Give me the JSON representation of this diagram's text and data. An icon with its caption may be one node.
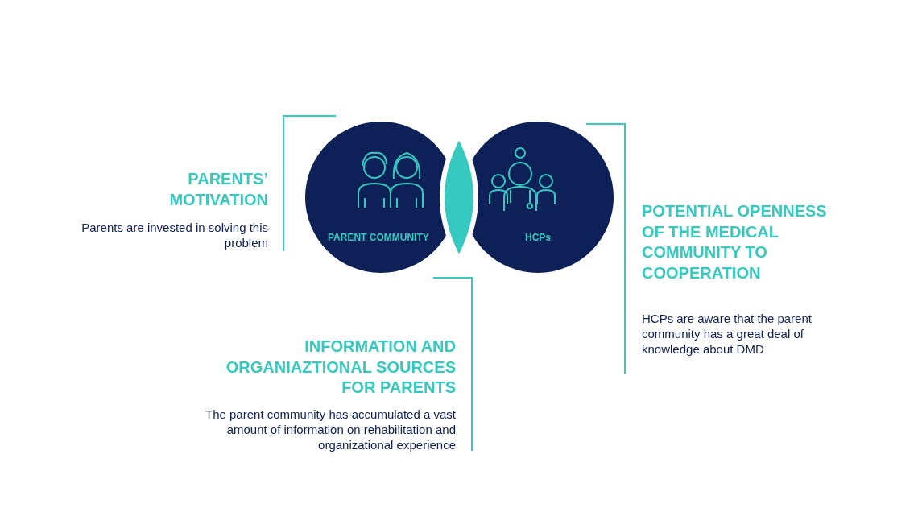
{
  "diagram": {
    "nodes": [
      {
        "text": [
          "PARENT COMMUNITY"
        ]
      },
      {
        "text": [
          "HCPs"
        ]
      },
      {
        "text": [
          "PARENTS’ MOTIVATION",
          "Parents are invested in solving this problem"
        ]
      },
      {
        "text": [
          "INFORMATION AND ORGANIAZTIONAL SOURCES FOR PARENTS",
          "The parent community has accumulated a vast amount of information on rehabilitation and organizational experience"
        ]
      },
      {
        "text": [
          "POTENTIAL OPENNESS OF THE MEDICAL COMMUNITY TO COOPERATION",
          "HCPs are aware that the parent community has a great deal of knowledge about DMD"
        ]
      }
    ]
  }
}
